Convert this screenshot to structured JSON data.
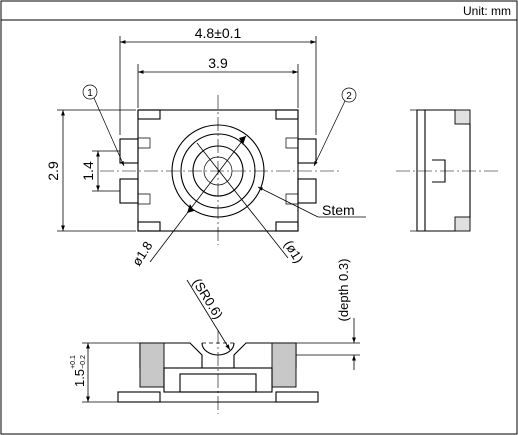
{
  "unit_label": "Unit: mm",
  "dimensions": {
    "overall_width": "4.8±0.1",
    "inner_width": "3.9",
    "height": "2.9",
    "terminal_pitch": "1.4",
    "outer_diameter": "ø1.8",
    "stem_diameter": "(ø1)",
    "stem_radius": "(SR0.6)",
    "depth": "(depth 0.3)",
    "thickness": "1.5",
    "thickness_tol_upper": "+0.1",
    "thickness_tol_lower": "−0.2"
  },
  "callouts": {
    "terminal_1": "1",
    "terminal_2": "2",
    "stem": "Stem"
  }
}
